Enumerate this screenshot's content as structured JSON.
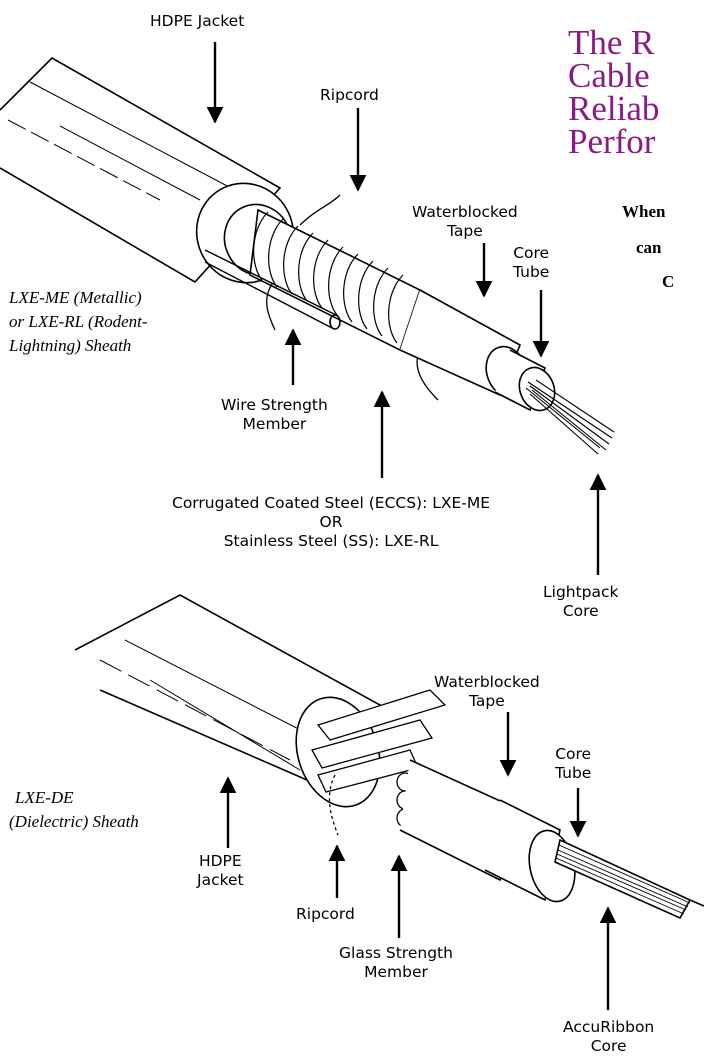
{
  "headline": [
    "The R",
    "Cable",
    "Reliab",
    "Perfor"
  ],
  "intro": [
    "When",
    "can",
    "C"
  ],
  "top_diagram": {
    "sheath_label": [
      "LXE-ME (Metallic)",
      "or LXE-RL (Rodent-",
      "Lightning) Sheath"
    ],
    "labels": {
      "hdpe_jacket": "HDPE Jacket",
      "ripcord": "Ripcord",
      "waterblocked_tape": [
        "Waterblocked",
        "Tape"
      ],
      "core_tube": [
        "Core",
        "Tube"
      ],
      "wire_strength_member": [
        "Wire Strength",
        "Member"
      ],
      "steel_armor": [
        "Corrugated Coated Steel (ECCS): LXE-ME",
        "OR",
        "Stainless Steel (SS): LXE-RL"
      ],
      "lightpack_core": [
        "Lightpack",
        "Core"
      ]
    }
  },
  "bottom_diagram": {
    "sheath_label": [
      "LXE-DE",
      "(Dielectric) Sheath"
    ],
    "labels": {
      "waterblocked_tape": [
        "Waterblocked",
        "Tape"
      ],
      "core_tube": [
        "Core",
        "Tube"
      ],
      "hdpe_jacket": [
        "HDPE",
        "Jacket"
      ],
      "ripcord": "Ripcord",
      "glass_strength_member": [
        "Glass Strength",
        "Member"
      ],
      "accuribbon_core": [
        "AccuRibbon",
        "Core"
      ]
    }
  },
  "colors": {
    "headline": "#8a1a84",
    "line": "#000000",
    "background": "#ffffff"
  }
}
